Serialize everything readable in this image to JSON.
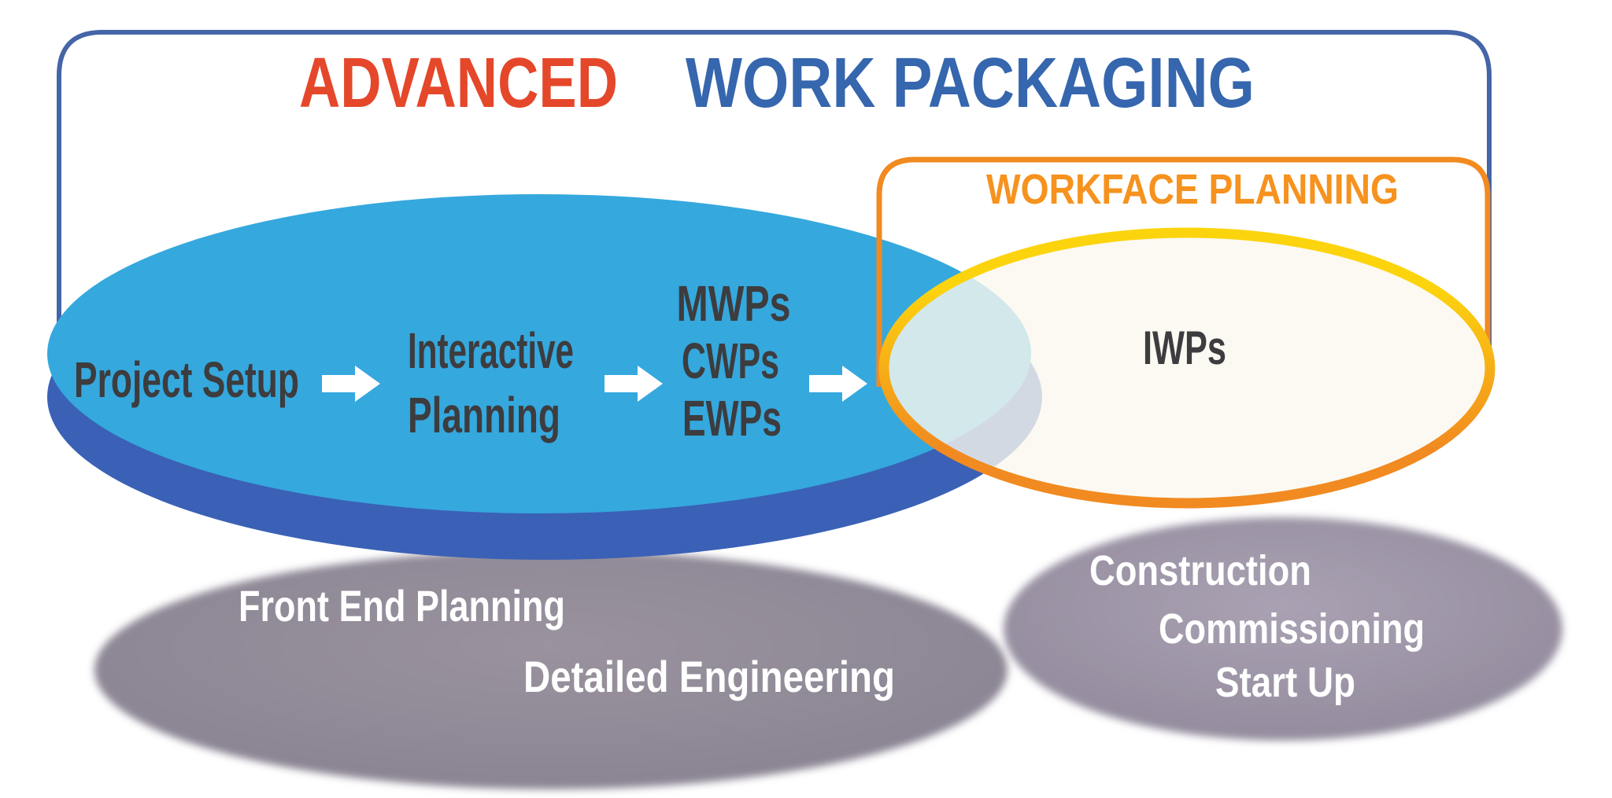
{
  "title": {
    "part1": "ADVANCED",
    "part2": "WORK PACKAGING"
  },
  "workface_planning": {
    "title": "WORKFACE PLANNING",
    "iwps_label": "IWPs"
  },
  "awp_flow": {
    "step1": "Project Setup",
    "step2_line1": "Interactive",
    "step2_line2": "Planning",
    "step3_line1": "MWPs",
    "step3_line2": "CWPs",
    "step3_line3": "EWPs"
  },
  "project_phases": {
    "phase1": "Front End Planning",
    "phase2": "Detailed Engineering",
    "phase3": "Construction",
    "phase4": "Commissioning",
    "phase5": "Start Up"
  },
  "colors": {
    "title_red": "#e5472a",
    "title_blue": "#3566ae",
    "frame_blue": "#4565a8",
    "workface_orange": "#f6921e",
    "workface_frame_orange": "#f18a20",
    "awp_ellipse_blue": "#35a8de",
    "awp_ellipse_shadow": "#3a61b6",
    "iwps_fill": "#faf7ee",
    "iwps_stroke_yellow": "#fcd40e",
    "iwps_stroke_orange": "#f18a20",
    "flow_text": "#3d3c3e",
    "arrow_white": "#ffffff",
    "phase_text": "#ffffff",
    "gray1_center": "#9a939e",
    "gray1_edge": "#878090",
    "gray2_center": "#aaa2b3",
    "gray2_edge": "#8f8799"
  }
}
